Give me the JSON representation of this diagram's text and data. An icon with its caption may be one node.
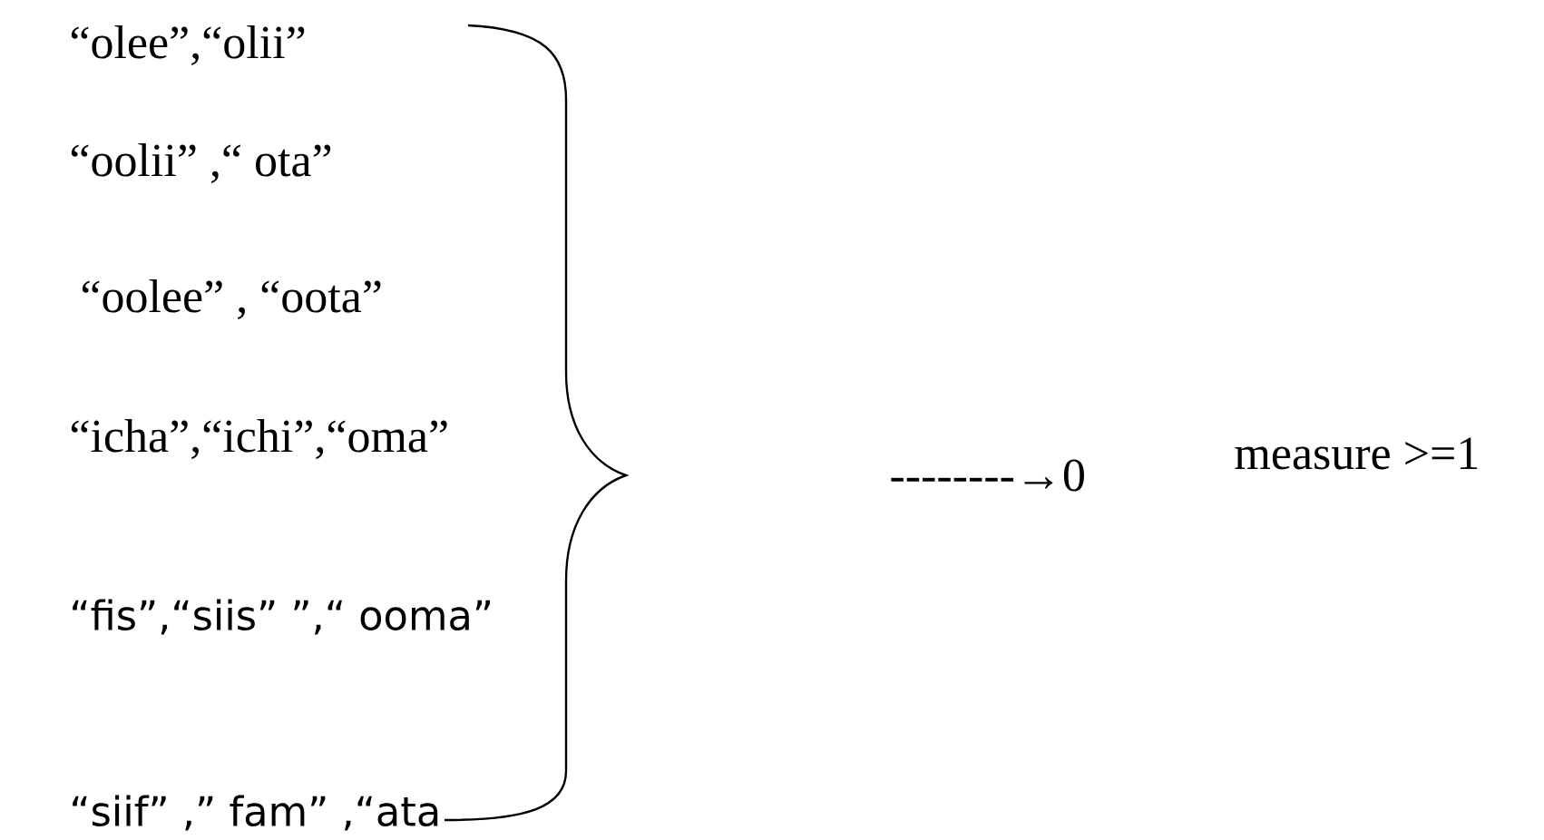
{
  "diagram": {
    "labels": [
      "“olee”,“olii”",
      "“oolii” ,“ ota”",
      "“oolee” , “oota”",
      "“icha”,“ichi”,“oma”",
      "“fis”,“siis” ”,“ ooma”",
      "“siif” ,” fam” ,“ata",
      "--------→0",
      "measure >=1"
    ]
  }
}
